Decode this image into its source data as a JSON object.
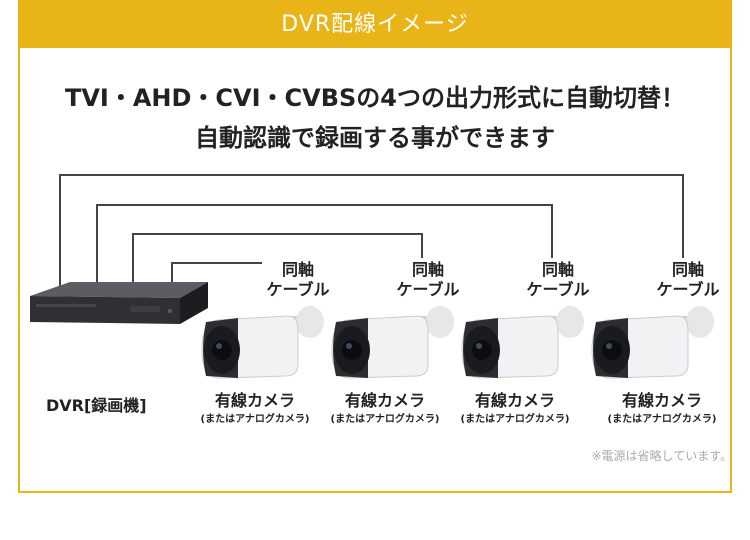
{
  "header": {
    "title": "DVR配線イメージ"
  },
  "headline": {
    "line1": "TVI・AHD・CVI・CVBSの4つの出力形式に自動切替！",
    "line2": "自動認識で録画する事ができます"
  },
  "dvr": {
    "label": "DVR[録画機]"
  },
  "cameras": [
    {
      "cable_line1": "同軸",
      "cable_line2": "ケーブル",
      "name": "有線カメラ",
      "sub": "(またはアナログカメラ)"
    },
    {
      "cable_line1": "同軸",
      "cable_line2": "ケーブル",
      "name": "有線カメラ",
      "sub": "(またはアナログカメラ)"
    },
    {
      "cable_line1": "同軸",
      "cable_line2": "ケーブル",
      "name": "有線カメラ",
      "sub": "(またはアナログカメラ)"
    },
    {
      "cable_line1": "同軸",
      "cable_line2": "ケーブル",
      "name": "有線カメラ",
      "sub": "(またはアナログカメラ)"
    }
  ],
  "note": "※電源は省略しています。",
  "colors": {
    "accent": "#e9b417",
    "line": "#444444",
    "text": "#222222",
    "note": "#aaaaaa"
  }
}
